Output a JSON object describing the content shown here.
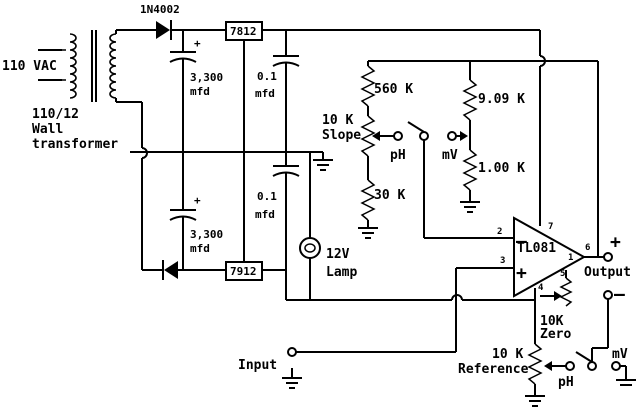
{
  "labels": {
    "diode_top": "1N4002",
    "mains": "110 VAC",
    "transformer_line1": "110/12",
    "transformer_line2": "Wall",
    "transformer_line3": "transformer",
    "cap1_value": "3,300",
    "cap1_unit": "mfd",
    "cap2_value": "0.1",
    "cap2_unit": "mfd",
    "cap3_value": "3,300",
    "cap3_unit": "mfd",
    "cap4_value": "0.1",
    "cap4_unit": "mfd",
    "reg_pos": "7812",
    "reg_neg": "7912",
    "r_560k": "560 K",
    "r_909k": "9.09 K",
    "r_100k": "1.00 K",
    "r_30k": "30 K",
    "pot_slope_value": "10 K",
    "pot_slope_name": "Slope",
    "sw1_ph": "pH",
    "sw1_mv": "mV",
    "opamp": "TL081",
    "pin2": "2",
    "pin3": "3",
    "pin7": "7",
    "pin6": "6",
    "pin1": "1",
    "pin5": "5",
    "pin4": "4",
    "opamp_minus": "–",
    "opamp_plus": "+",
    "output": "Output",
    "out_plus": "+",
    "out_minus": "–",
    "zero_value": "10K",
    "zero_name": "Zero",
    "lamp_volts": "12V",
    "lamp_name": "Lamp",
    "input": "Input",
    "ref_value": "10 K",
    "ref_name": "Reference",
    "sw2_ph": "pH",
    "sw2_mv": "mV",
    "cap_plus": "+"
  }
}
